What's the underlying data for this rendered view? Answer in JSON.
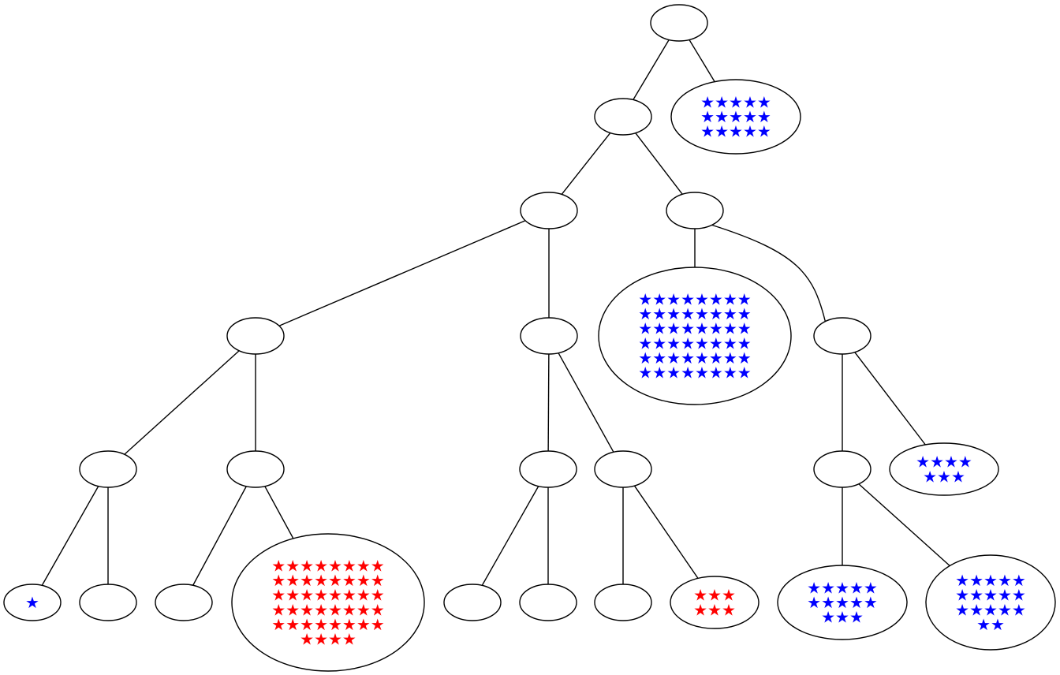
{
  "colors": {
    "blue": "#0000ff",
    "red": "#ff0000",
    "line": "#000000",
    "fill": "#ffffff"
  },
  "tree": {
    "nodes": [
      {
        "id": "n1",
        "stars": []
      },
      {
        "id": "n2",
        "stars": []
      },
      {
        "id": "n3",
        "stars": [
          "★★★★★",
          "★★★★★",
          "★★★★★"
        ],
        "color": "blue"
      },
      {
        "id": "n4",
        "stars": []
      },
      {
        "id": "n5",
        "stars": []
      },
      {
        "id": "n6",
        "stars": []
      },
      {
        "id": "n7",
        "stars": []
      },
      {
        "id": "n8",
        "stars": [
          "★★★★★★★★",
          "★★★★★★★★",
          "★★★★★★★★",
          "★★★★★★★★",
          "★★★★★★★★",
          "★★★★★★★★"
        ],
        "color": "blue"
      },
      {
        "id": "n9",
        "stars": []
      },
      {
        "id": "n10",
        "stars": []
      },
      {
        "id": "n11",
        "stars": []
      },
      {
        "id": "n12",
        "stars": []
      },
      {
        "id": "n13",
        "stars": []
      },
      {
        "id": "n14",
        "stars": []
      },
      {
        "id": "n15",
        "stars": [
          "★★★★",
          "★★★"
        ],
        "color": "blue"
      },
      {
        "id": "n16",
        "stars": [
          "★"
        ],
        "color": "blue"
      },
      {
        "id": "n17",
        "stars": []
      },
      {
        "id": "n18",
        "stars": []
      },
      {
        "id": "n19",
        "stars": [
          "★★★★★★★★",
          "★★★★★★★★",
          "★★★★★★★★",
          "★★★★★★★★",
          "★★★★★★★★",
          "★★★★"
        ],
        "color": "red"
      },
      {
        "id": "n20",
        "stars": []
      },
      {
        "id": "n21",
        "stars": []
      },
      {
        "id": "n22",
        "stars": []
      },
      {
        "id": "n23",
        "stars": [
          "★★★",
          "★★★"
        ],
        "color": "red"
      },
      {
        "id": "n24",
        "stars": [
          "★★★★★",
          "★★★★★",
          "★★★"
        ],
        "color": "blue"
      },
      {
        "id": "n25",
        "stars": [
          "★★★★★",
          "★★★★★",
          "★★★★★",
          "★★"
        ],
        "color": "blue"
      }
    ],
    "edges": [
      [
        "n1",
        "n2"
      ],
      [
        "n1",
        "n3"
      ],
      [
        "n2",
        "n4"
      ],
      [
        "n2",
        "n5"
      ],
      [
        "n4",
        "n6"
      ],
      [
        "n4",
        "n7"
      ],
      [
        "n5",
        "n8"
      ],
      [
        "n5",
        "n9"
      ],
      [
        "n6",
        "n10"
      ],
      [
        "n6",
        "n11"
      ],
      [
        "n7",
        "n12"
      ],
      [
        "n7",
        "n13"
      ],
      [
        "n9",
        "n14"
      ],
      [
        "n9",
        "n15"
      ],
      [
        "n10",
        "n16"
      ],
      [
        "n10",
        "n17"
      ],
      [
        "n11",
        "n18"
      ],
      [
        "n11",
        "n19"
      ],
      [
        "n12",
        "n20"
      ],
      [
        "n12",
        "n21"
      ],
      [
        "n13",
        "n22"
      ],
      [
        "n13",
        "n23"
      ],
      [
        "n14",
        "n24"
      ],
      [
        "n14",
        "n25"
      ]
    ]
  }
}
